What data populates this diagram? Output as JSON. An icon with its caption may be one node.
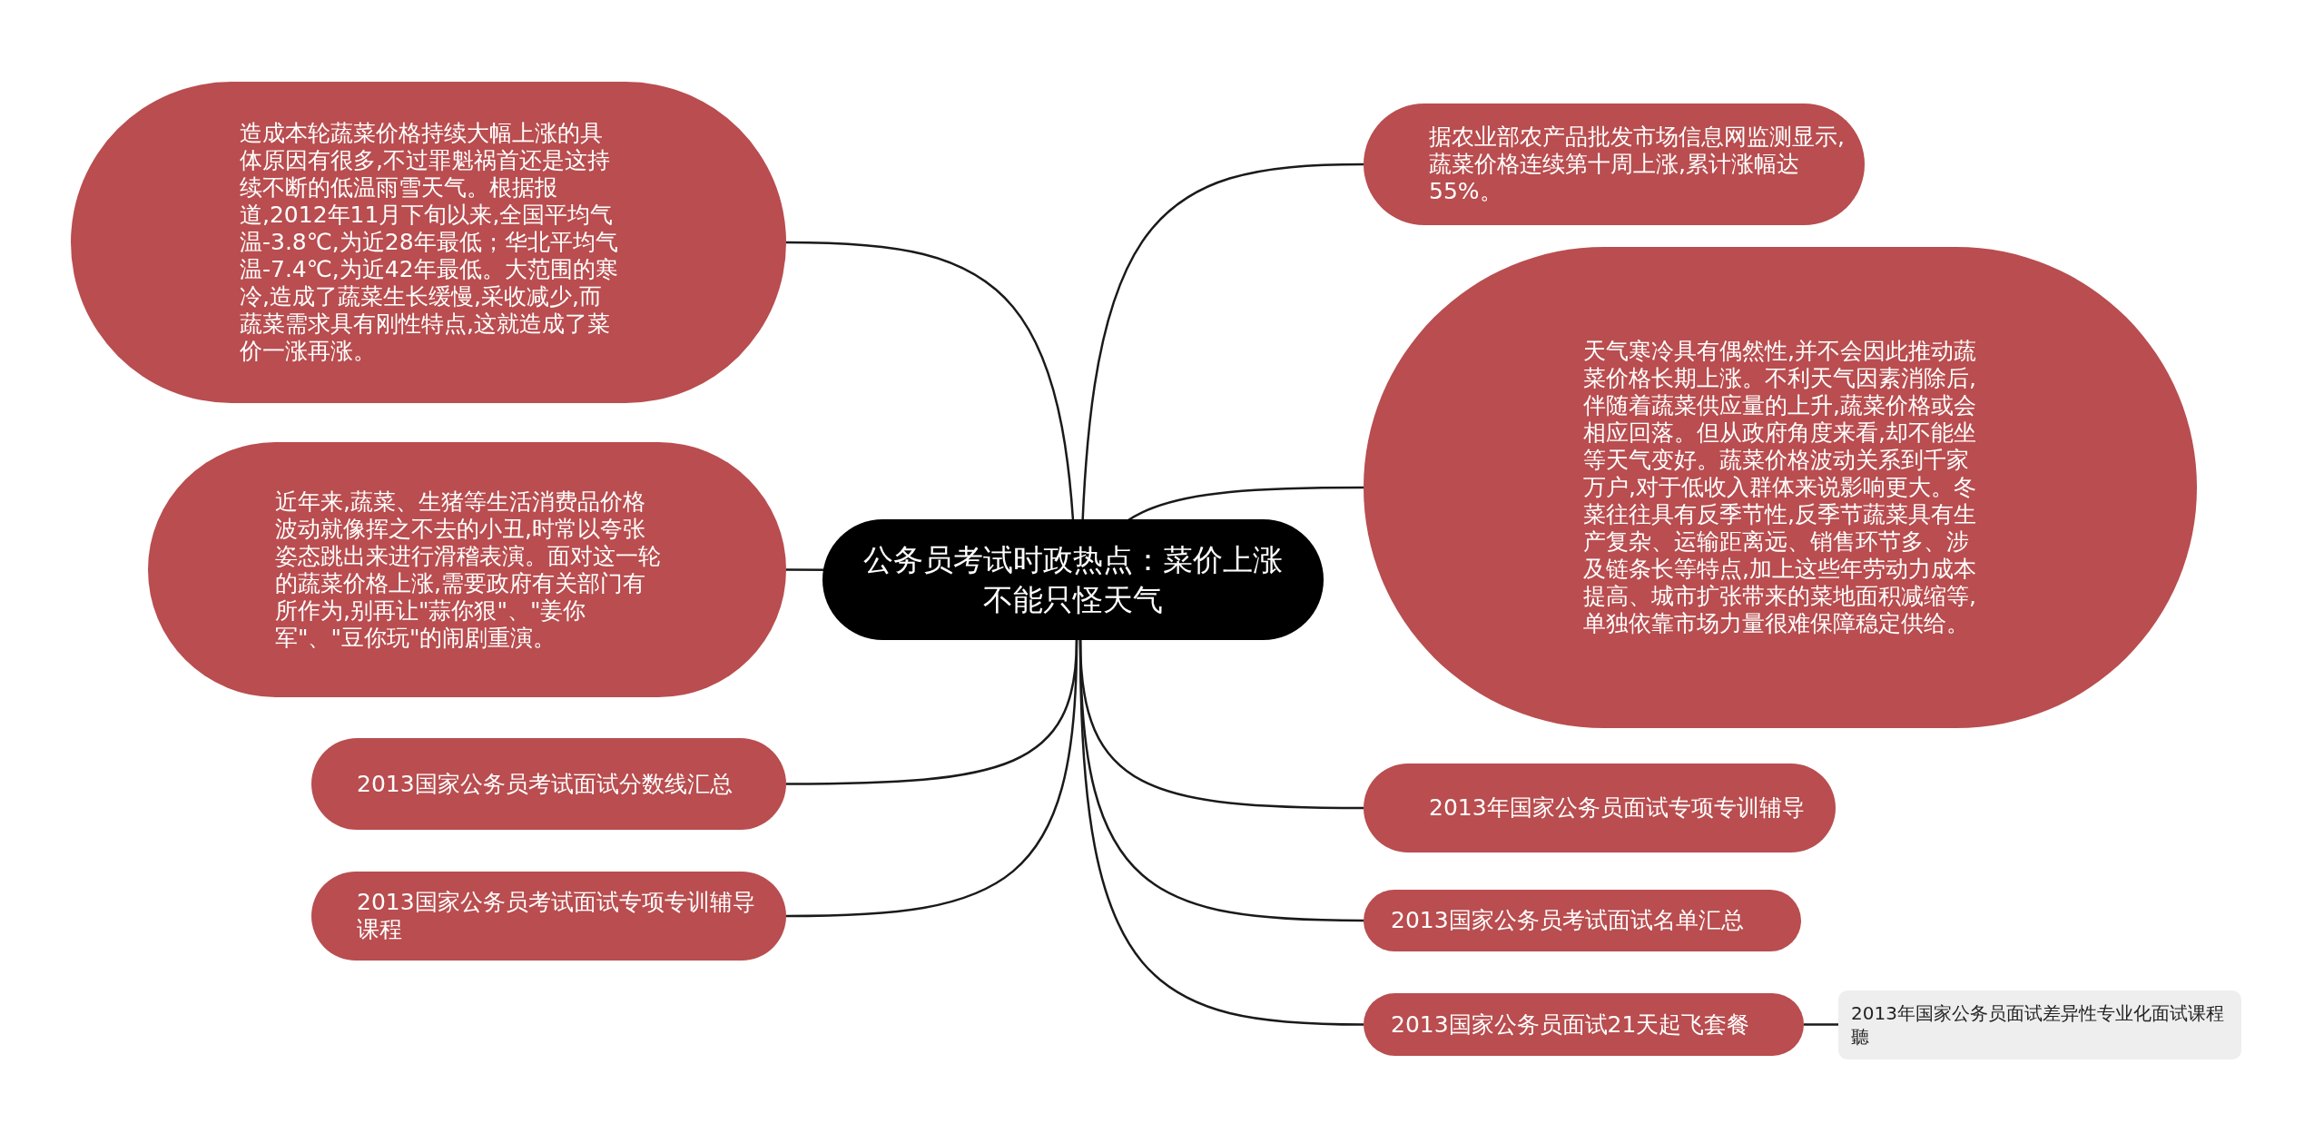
{
  "diagram": {
    "nodes": [
      {
        "text": [
          "公务员考试时政热点：菜价上涨不能只怪天气"
        ]
      },
      {
        "text": [
          "造成本轮蔬菜价格持续大幅上涨的具体原因有很多,不过罪魁祸首还是这持续不断的低温雨雪天气。根据报道,2012年11月下旬以来,全国平均气温-3.8℃,为近28年最低；华北平均气温-7.4℃,为近42年最低。大范围的寒冷,造成了蔬菜生长缓慢,采收减少,而蔬菜需求具有刚性特点,这就造成了菜价一涨再涨。"
        ]
      },
      {
        "text": [
          "近年来,蔬菜、生猪等生活消费品价格波动就像挥之不去的小丑,时常以夸张姿态跳出来进行滑稽表演。面对这一轮的蔬菜价格上涨,需要政府有关部门有所作为,别再让\"蒜你狠\"、\"姜你军\"、\"豆你玩\"的闹剧重演。"
        ]
      },
      {
        "text": [
          "2013国家公务员考试面试分数线汇总"
        ]
      },
      {
        "text": [
          "2013国家公务员考试面试专项专训辅导课程"
        ]
      },
      {
        "text": [
          "据农业部农产品批发市场信息网监测显示,蔬菜价格连续第十周上涨,累计涨幅达55%。"
        ]
      },
      {
        "text": [
          "天气寒冷具有偶然性,并不会因此推动蔬菜价格长期上涨。不利天气因素消除后,伴随着蔬菜供应量的上升,蔬菜价格或会相应回落。但从政府角度来看,却不能坐等天气变好。蔬菜价格波动关系到千家万户,对于低收入群体来说影响更大。冬菜往往具有反季节性,反季节蔬菜具有生产复杂、运输距离远、销售环节多、涉及链条长等特点,加上这些年劳动力成本提高、城市扩张带来的菜地面积减缩等,单独依靠市场力量很难保障稳定供给。"
        ]
      },
      {
        "text": [
          "2013年国家公务员面试专项专训辅导"
        ]
      },
      {
        "text": [
          "2013国家公务员考试面试名单汇总"
        ]
      },
      {
        "text": [
          "2013国家公务员面试21天起飞套餐"
        ]
      },
      {
        "text": [
          "2013年国家公务员面试差异性专业化面试课程聽"
        ]
      }
    ],
    "edges": [
      {
        "from": 0,
        "to": 1,
        "arrow": "none"
      },
      {
        "from": 0,
        "to": 2,
        "arrow": "none"
      },
      {
        "from": 0,
        "to": 3,
        "arrow": "none"
      },
      {
        "from": 0,
        "to": 4,
        "arrow": "none"
      },
      {
        "from": 0,
        "to": 5,
        "arrow": "none"
      },
      {
        "from": 0,
        "to": 6,
        "arrow": "none"
      },
      {
        "from": 0,
        "to": 7,
        "arrow": "none"
      },
      {
        "from": 0,
        "to": 8,
        "arrow": "none"
      },
      {
        "from": 0,
        "to": 9,
        "arrow": "none"
      },
      {
        "from": 9,
        "to": 10,
        "arrow": "none"
      }
    ]
  }
}
